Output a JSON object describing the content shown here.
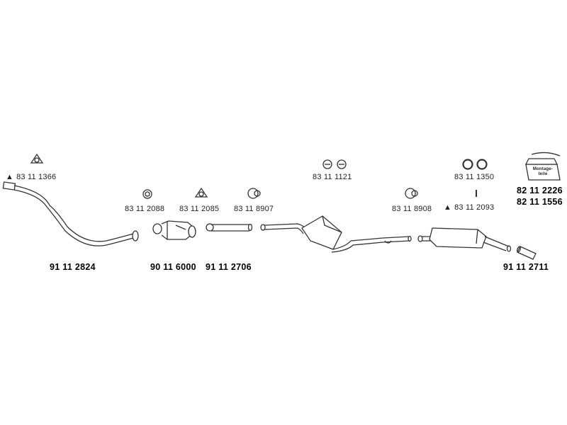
{
  "parts": {
    "flange_gasket": "83 11 1366",
    "ring_gasket_1": "83 11 2088",
    "gasket_3hole": "83 11 2085",
    "clamp_1": "83 11 8907",
    "hangers_pair": "83 11 1121",
    "clamp_2": "83 11 8908",
    "rubber_rings": "83 11 1350",
    "hanger_bolt": "83 11 2093",
    "mounting_kit_1": "82 11 2226",
    "mounting_kit_2": "82 11 1556"
  },
  "pipes": {
    "front_pipe": "91 11 2824",
    "catalyst": "90 11 6000",
    "middle_pipe": "91 11 2706",
    "rear_pipe": "91 11 2711"
  },
  "kit_box_label": "Montage-teile",
  "symbols": {
    "triangle": "▲"
  }
}
